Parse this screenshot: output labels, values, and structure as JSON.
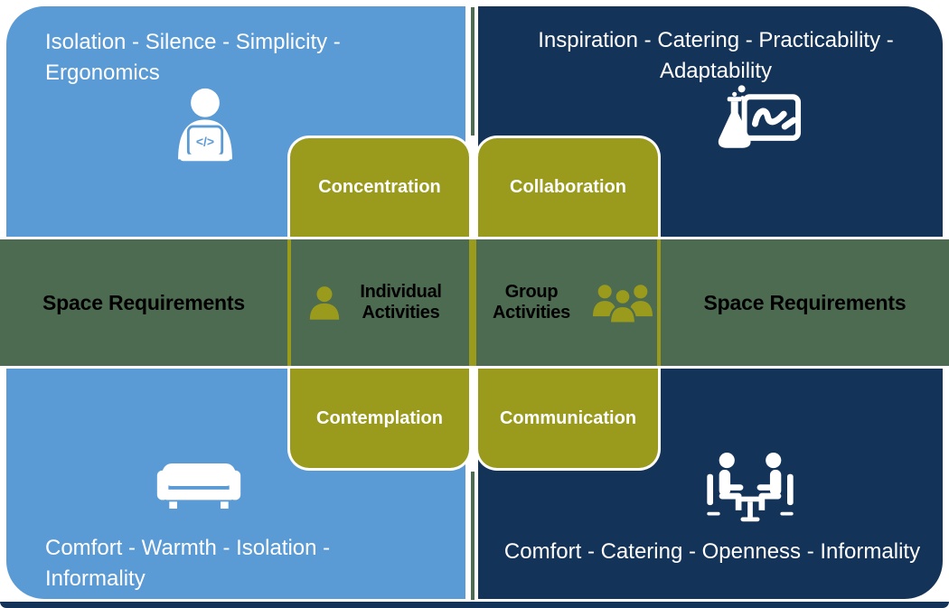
{
  "colors": {
    "quadrant_blue": "#5B9BD5",
    "quadrant_navy": "#143358",
    "activity_olive": "#9A9A1C",
    "band_green": "#4D6B50",
    "text_light": "#FFFFFF",
    "text_dark": "#000000"
  },
  "quadrants": {
    "top_left": {
      "keywords": "Isolation - Silence - Simplicity - Ergonomics",
      "icon": "person-coding-icon"
    },
    "top_right": {
      "keywords": "Inspiration - Catering - Practicability - Adaptability",
      "icon": "flask-whiteboard-icon"
    },
    "bottom_left": {
      "keywords": "Comfort - Warmth - Isolation - Informality",
      "icon": "sofa-icon"
    },
    "bottom_right": {
      "keywords": "Comfort - Catering - Openness - Informality",
      "icon": "meeting-table-icon"
    }
  },
  "band": {
    "left_label": "Space Requirements",
    "right_label": "Space Requirements"
  },
  "activities": {
    "individual": {
      "label": "Individual Activities",
      "top_mode": "Concentration",
      "bottom_mode": "Contemplation"
    },
    "group": {
      "label": "Group Activities",
      "top_mode": "Collaboration",
      "bottom_mode": "Communication"
    }
  },
  "glyphs": {
    "laptop_code": "</>"
  }
}
